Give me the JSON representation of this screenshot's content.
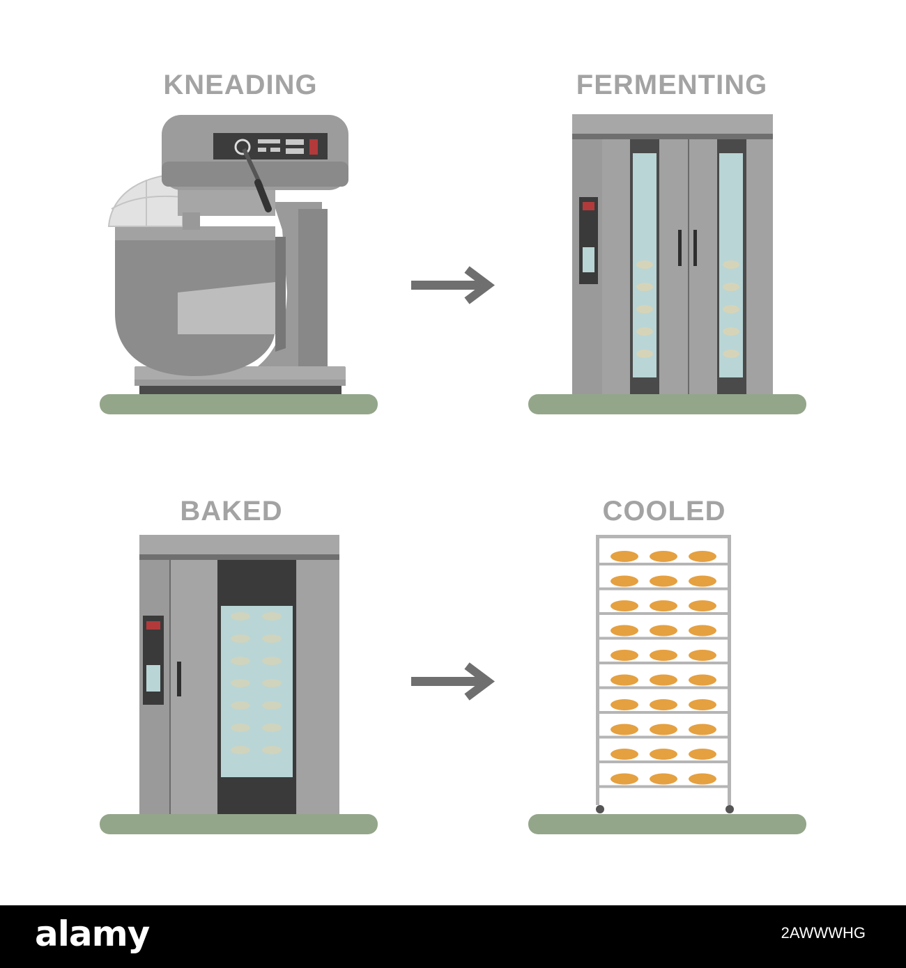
{
  "steps": {
    "kneading": {
      "label": "KNEADING"
    },
    "fermenting": {
      "label": "FERMENTING"
    },
    "baked": {
      "label": "BAKED"
    },
    "cooled": {
      "label": "COOLED"
    }
  },
  "rack": {
    "shelves": 10,
    "loaves_per_shelf": 3
  },
  "colors": {
    "steel": "#9a9a9a",
    "steel_dark": "#808080",
    "floor": "#94a68a",
    "glass": "#b9d5d6",
    "bread": "#e5a040",
    "arrow": "#6f6f6f"
  },
  "footer": {
    "brand": "alamy",
    "image_id": "2AWWWHG"
  }
}
